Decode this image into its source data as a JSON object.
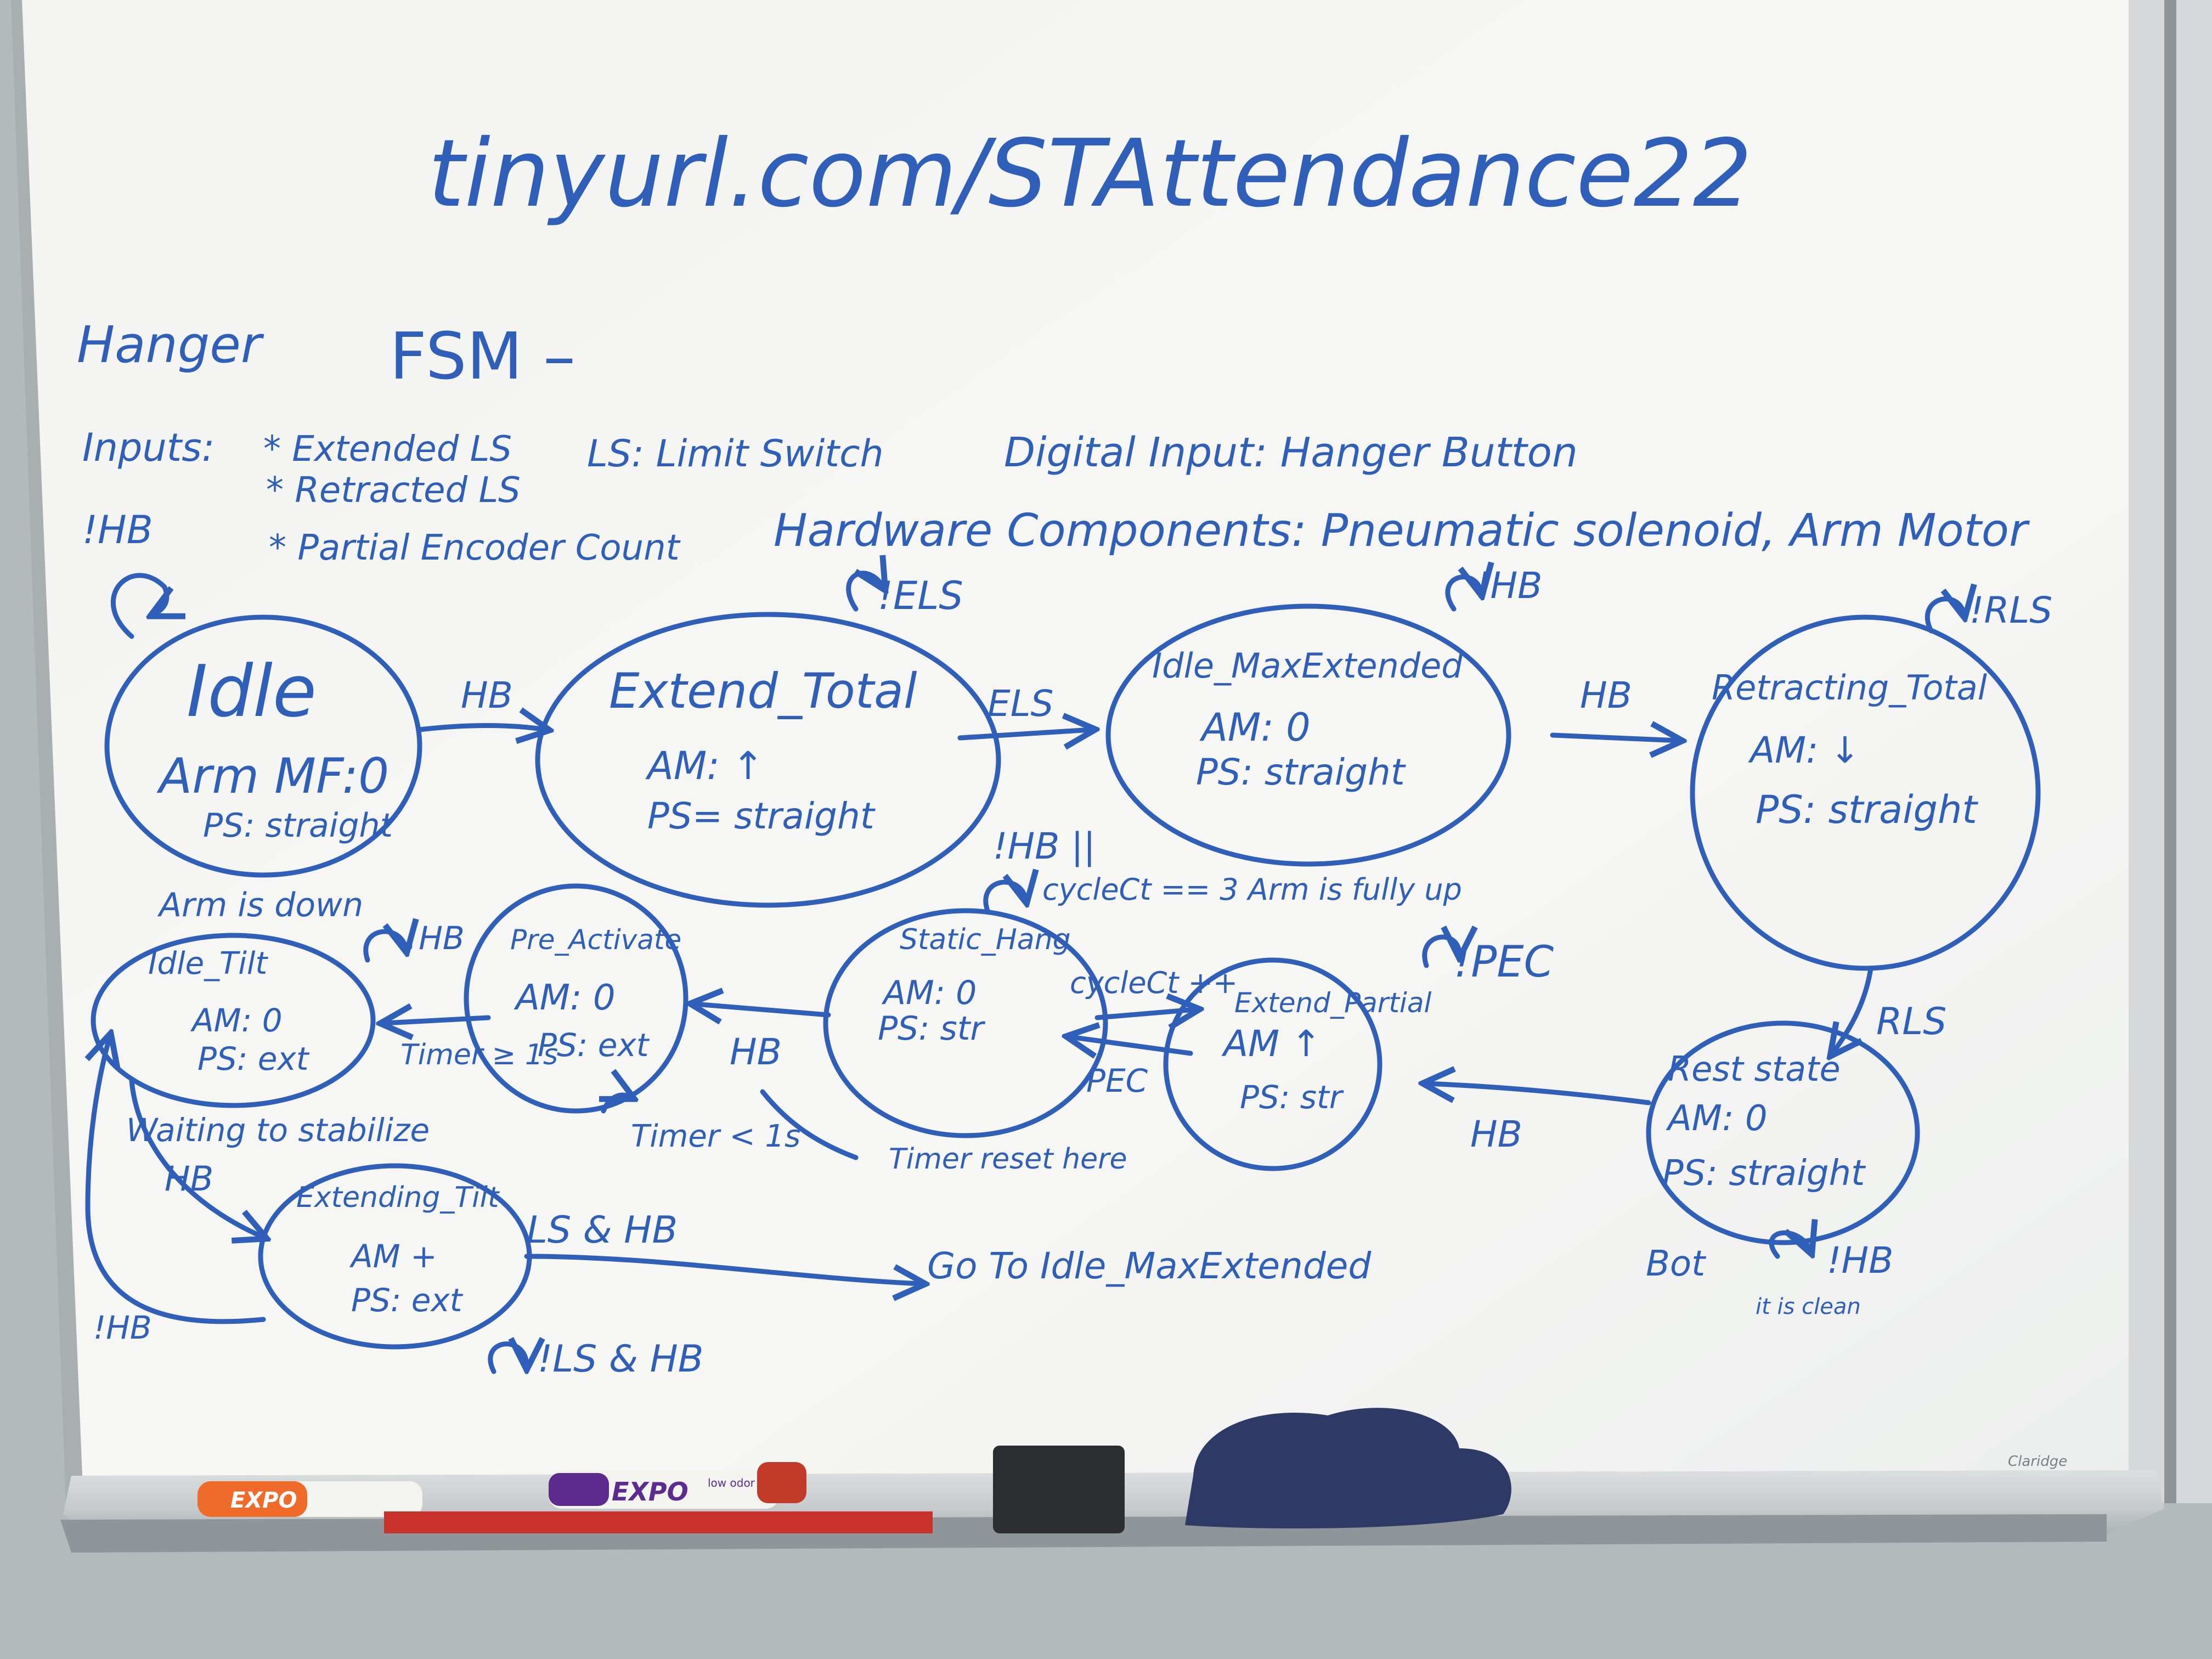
{
  "board": {
    "url": "tinyurl.com/STAttendance22",
    "title_left": "Hanger",
    "title_fsm": "FSM –",
    "inputs_label": "Inputs:",
    "inputs": [
      "* Extended LS",
      "* Retracted LS",
      "* Partial Encoder Count"
    ],
    "ls_definition": "LS: Limit Switch",
    "digital_input": "Digital Input: Hanger Button",
    "hardware": "Hardware Components: Pneumatic solenoid, Arm Motor"
  },
  "states": {
    "idle": {
      "name": "Idle",
      "line1": "Arm MF:0",
      "line2": "PS: straight"
    },
    "extend_total": {
      "name": "Extend_Total",
      "line1": "AM: ↑",
      "line2": "PS= straight"
    },
    "idle_max": {
      "name": "Idle_MaxExtended",
      "line1": "AM: 0",
      "line2": "PS: straight"
    },
    "retracting": {
      "name": "Retracting_Total",
      "line1": "AM: ↓",
      "line2": "PS: straight"
    },
    "rest": {
      "name": "Rest state",
      "line1": "AM: 0",
      "line2": "PS: straight"
    },
    "extend_partial": {
      "name": "Extend_Partial",
      "line1": "AM ↑",
      "line2": "PS: str"
    },
    "static_hang": {
      "name": "Static_Hang",
      "line1": "AM: 0",
      "line2": "PS: str"
    },
    "pre_activate": {
      "name": "Pre_Activate",
      "line1": "AM: 0",
      "line2": "PS: ext"
    },
    "idle_tilt": {
      "name": "Idle_Tilt",
      "line1": "AM: 0",
      "line2": "PS: ext"
    },
    "extending_tilt": {
      "name": "Extending_Tilt",
      "line1": "AM +",
      "line2": "PS: ext"
    }
  },
  "transitions": {
    "idle_self": "!HB",
    "idle_to_extend": "HB",
    "extend_self": "!ELS",
    "extend_to_idlemax": "ELS",
    "idlemax_self": "!HB",
    "idlemax_to_retract": "HB",
    "retract_self": "!RLS",
    "retract_to_rest": "RLS",
    "rest_self": "!HB",
    "rest_to_partial": "HB",
    "partial_self": "!PEC",
    "partial_to_static": "cycleCt ++",
    "static_to_partial": "PEC",
    "static_self": "!HB ||",
    "static_self_note": "cycleCt == 3  Arm is fully up",
    "static_to_pre": "HB",
    "timer_reset": "Timer reset here",
    "pre_to_tilt": "Timer ≥ 1s",
    "pre_self": "Timer < 1s",
    "tilt_self": "!HB",
    "arm_down": "Arm is down",
    "waiting": "Waiting to stabilize",
    "tilt_to_extending": "HB",
    "extending_to_tilt": "!HB",
    "extending_exit": "LS & HB",
    "extending_self": "!LS & HB",
    "goto": "Go To Idle_MaxExtended",
    "rest_note_bot": "Bot",
    "rest_note": "it is clean"
  },
  "tray": {
    "marker_orange": "EXPO",
    "marker_purple": "EXPO",
    "purple_sub": "low odor",
    "brand": "Claridge"
  }
}
